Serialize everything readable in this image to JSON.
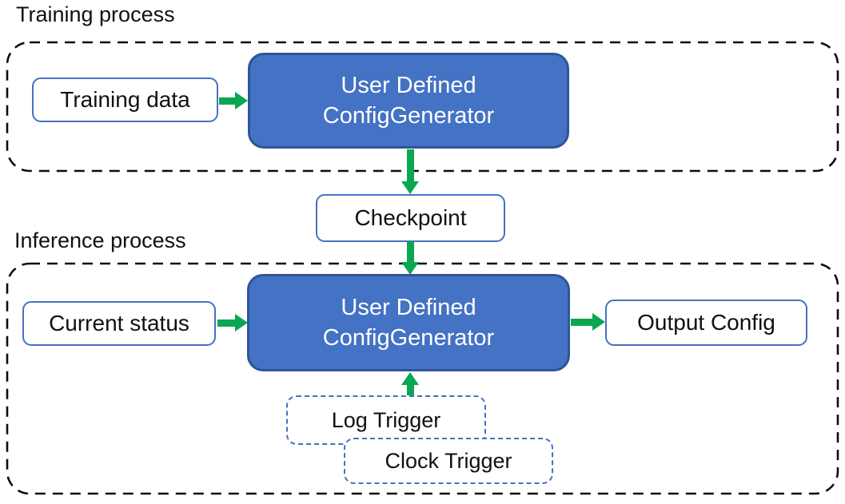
{
  "colors": {
    "box_blue_fill": "#4472C4",
    "box_blue_border": "#2F5597",
    "outline_blue": "#4472C4",
    "arrow_green": "#0AA652",
    "container_dash": "#0d0d0d",
    "text_dark": "#111111",
    "text_light": "#FFFFFF"
  },
  "training": {
    "label": "Training process",
    "input_box": "Training data",
    "generator": {
      "line1": "User Defined",
      "line2": "ConfigGenerator"
    }
  },
  "checkpoint": {
    "label": "Checkpoint"
  },
  "inference": {
    "label": "Inference process",
    "input_box": "Current status",
    "generator": {
      "line1": "User Defined",
      "line2": "ConfigGenerator"
    },
    "output_box": "Output Config",
    "triggers": {
      "log": "Log Trigger",
      "clock": "Clock Trigger"
    }
  }
}
